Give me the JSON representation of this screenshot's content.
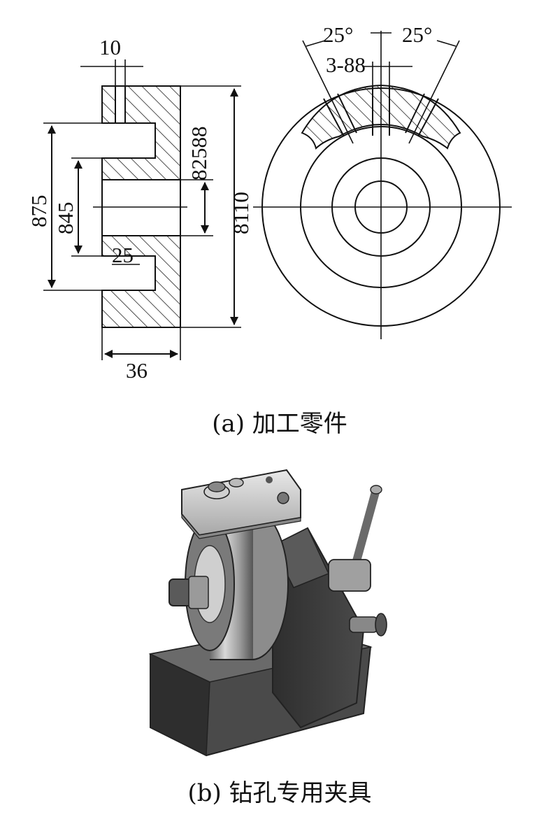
{
  "drawing": {
    "dims": {
      "d10": "10",
      "d82588": "82588",
      "d875": "875",
      "d845": "845",
      "d8110": "8110",
      "d25": "25",
      "d36": "36",
      "ang_left": "25°",
      "ang_right": "25°",
      "holes": "3-88"
    }
  },
  "captions": {
    "a": "(a) 加工零件",
    "b": "(b) 钻孔专用夹具"
  },
  "colors": {
    "line": "#111111",
    "hatch": "#222222",
    "body_dark": "#3a3a3a",
    "body_light": "#bdbdbd",
    "background": "#ffffff"
  }
}
